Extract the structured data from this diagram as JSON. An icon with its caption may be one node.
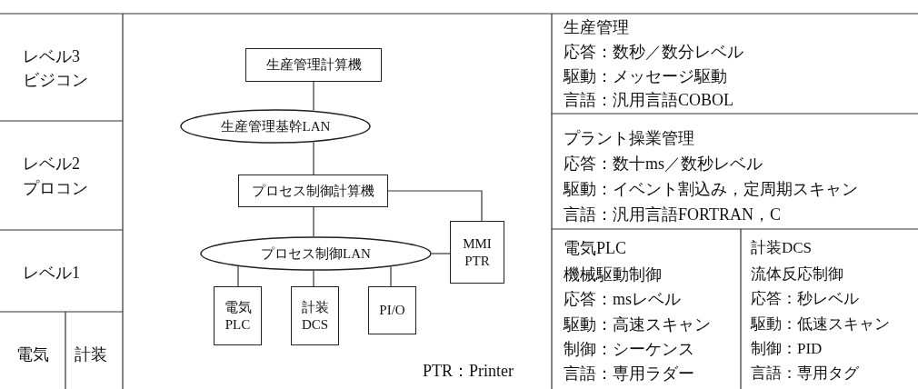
{
  "diagram": {
    "nodes": [
      {
        "text": [
          "生産管理計算機"
        ]
      },
      {
        "text": [
          "生産管理基幹LAN"
        ]
      },
      {
        "text": [
          "プロセス制御計算機"
        ]
      },
      {
        "text": [
          "プロセス制御LAN"
        ]
      },
      {
        "text": [
          "MMI PTR"
        ]
      },
      {
        "text": [
          "電気PLC"
        ]
      },
      {
        "text": [
          "計装DCS"
        ]
      },
      {
        "text": [
          "PI/O"
        ]
      }
    ],
    "edges": [
      {
        "from": 0,
        "to": 1,
        "arrow": "none"
      },
      {
        "from": 1,
        "to": 2,
        "arrow": "none"
      },
      {
        "from": 2,
        "to": 3,
        "arrow": "none"
      },
      {
        "from": 2,
        "to": 4,
        "arrow": "none"
      },
      {
        "from": 3,
        "to": 4,
        "arrow": "none"
      },
      {
        "from": 3,
        "to": 5,
        "arrow": "none"
      },
      {
        "from": 3,
        "to": 6,
        "arrow": "none"
      },
      {
        "from": 3,
        "to": 7,
        "arrow": "none"
      }
    ],
    "labels": [
      "レベル3",
      "ビジコン",
      "生産管理",
      "応答：数秒／数分レベル",
      "駆動：メッセージ駆動",
      "言語：汎用言語COBOL",
      "レベル2",
      "プロコン",
      "プラント操業管理",
      "応答：数十ms／数秒レベル",
      "駆動：イベント割込み，定周期スキャン",
      "言語：汎用言語FORTRAN，C",
      "レベル1",
      "電気PLC",
      "機械駆動制御",
      "応答：msレベル",
      "駆動：高速スキャン",
      "制御：シーケンス",
      "言語：専用ラダー",
      "計装DCS",
      "流体反応制御",
      "応答：秒レベル",
      "駆動：低速スキャン",
      "制御：PID",
      "言語：専用タグ",
      "電気",
      "計装",
      "PTR：Printer"
    ]
  }
}
